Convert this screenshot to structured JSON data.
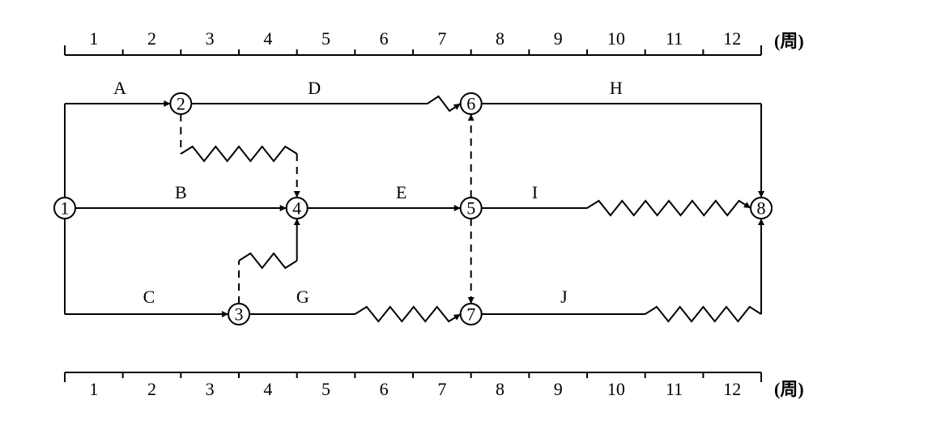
{
  "scale": {
    "weeks": [
      "1",
      "2",
      "3",
      "4",
      "5",
      "6",
      "7",
      "8",
      "9",
      "10",
      "11",
      "12"
    ],
    "unit": "(周)"
  },
  "nodes": [
    {
      "id": "1",
      "week": 0,
      "row": "middle"
    },
    {
      "id": "2",
      "week": 2,
      "row": "top"
    },
    {
      "id": "3",
      "week": 3,
      "row": "bottom"
    },
    {
      "id": "4",
      "week": 4,
      "row": "middle"
    },
    {
      "id": "5",
      "week": 7,
      "row": "middle"
    },
    {
      "id": "6",
      "week": 7,
      "row": "top"
    },
    {
      "id": "7",
      "week": 7,
      "row": "bottom"
    },
    {
      "id": "8",
      "week": 12,
      "row": "middle"
    }
  ],
  "activities": [
    {
      "label": "A",
      "from": "1",
      "to": "2",
      "work_end_week": 2,
      "type": "work"
    },
    {
      "label": "B",
      "from": "1",
      "to": "4",
      "work_end_week": 4,
      "type": "work"
    },
    {
      "label": "C",
      "from": "1",
      "to": "3",
      "work_end_week": 3,
      "type": "work"
    },
    {
      "label": "D",
      "from": "2",
      "to": "6",
      "work_end_week": 6.25,
      "type": "work"
    },
    {
      "label": "E",
      "from": "4",
      "to": "5",
      "work_end_week": 7,
      "type": "work"
    },
    {
      "label": "G",
      "from": "3",
      "to": "7",
      "work_end_week": 5,
      "type": "work"
    },
    {
      "label": "H",
      "from": "6",
      "to": "8",
      "work_end_week": 12,
      "type": "work"
    },
    {
      "label": "I",
      "from": "5",
      "to": "8",
      "work_end_week": 9,
      "type": "work"
    },
    {
      "label": "J",
      "from": "7",
      "to": "8",
      "work_end_week": 10,
      "type": "work"
    }
  ],
  "dummies": [
    {
      "from": "2",
      "to": "4",
      "free_float_weeks": 2
    },
    {
      "from": "3",
      "to": "4",
      "free_float_weeks": 1
    },
    {
      "from": "5",
      "to": "6",
      "free_float_weeks": 0
    },
    {
      "from": "5",
      "to": "7",
      "free_float_weeks": 0
    }
  ]
}
